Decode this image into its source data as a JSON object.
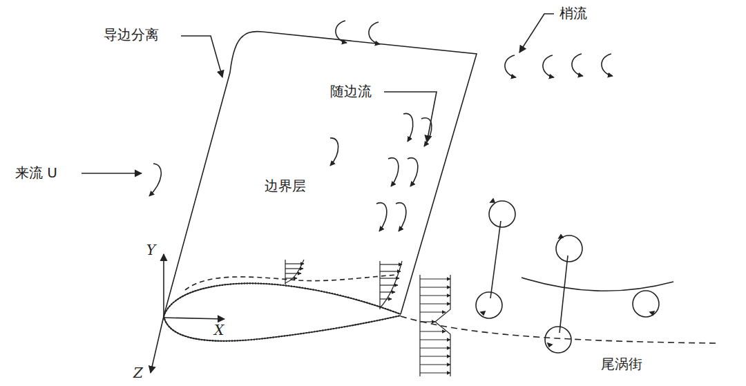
{
  "diagram": {
    "labels": [
      "导边分离",
      "梢流",
      "随边流",
      "边界层",
      "来流 U",
      "尾涡街",
      "Y",
      "X",
      "Z"
    ]
  }
}
